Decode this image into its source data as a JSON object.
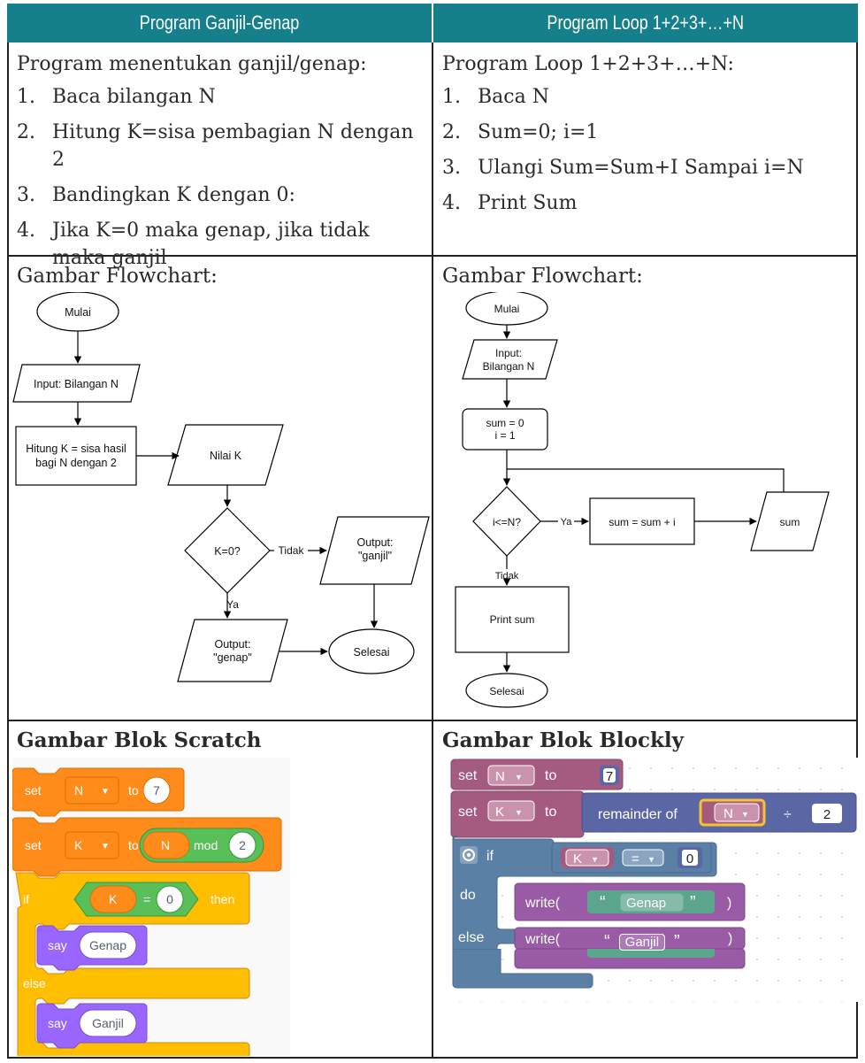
{
  "headers": {
    "left": "Program Ganjil-Genap",
    "right": "Program Loop 1+2+3+…+N"
  },
  "left_program": {
    "intro": "Program menentukan ganjil/genap:",
    "steps": [
      {
        "n": "1.",
        "text": "Baca bilangan N"
      },
      {
        "n": "2.",
        "text": "Hitung K=sisa pembagian N dengan 2"
      },
      {
        "n": "3.",
        "text": "Bandingkan K dengan 0:"
      },
      {
        "n": "4.",
        "text": "Jika K=0 maka genap, jika tidak maka ganjil"
      }
    ]
  },
  "right_program": {
    "intro": "Program Loop 1+2+3+…+N:",
    "steps": [
      {
        "n": "1.",
        "text": "Baca N"
      },
      {
        "n": "2.",
        "text": "Sum=0; i=1"
      },
      {
        "n": "3.",
        "text": "Ulangi Sum=Sum+I Sampai i=N"
      },
      {
        "n": "4.",
        "text": "Print Sum"
      }
    ]
  },
  "flowchart_label": "Gambar Flowchart:",
  "flow_left": {
    "start": "Mulai",
    "input": "Input: Bilangan N",
    "process_1": "Hitung K = sisa hasil",
    "process_2": "bagi N dengan 2",
    "value": "Nilai K",
    "decision": "K=0?",
    "no": "Tidak",
    "yes": "Ya",
    "out_odd_1": "Output:",
    "out_odd_2": "\"ganjil\"",
    "out_even_1": "Output:",
    "out_even_2": "\"genap\"",
    "end": "Selesai"
  },
  "flow_right": {
    "start": "Mulai",
    "input_1": "Input:",
    "input_2": "Bilangan N",
    "init_1": "sum = 0",
    "init_2": "i = 1",
    "decision": "i<=N?",
    "yes": "Ya",
    "no": "Tidak",
    "process": "sum = sum + i",
    "output": "sum",
    "print": "Print sum",
    "end": "Selesai"
  },
  "scratch_label": "Gambar Blok Scratch",
  "blockly_label": "Gambar Blok Blockly",
  "scratch": {
    "set": "set",
    "var_n": "N",
    "to": "to",
    "val_7": "7",
    "var_k": "K",
    "n_reporter": "N",
    "mod": "mod",
    "val_2": "2",
    "if": "if",
    "k_reporter": "K",
    "eq": "=",
    "val_0": "0",
    "then": "then",
    "say": "say",
    "genap": "Genap",
    "else": "else",
    "ganjil": "Ganjil",
    "colors": {
      "orange": "#ff8c1a",
      "yellow": "#ffbf00",
      "green": "#59c059",
      "purple": "#9966ff",
      "orange_dark": "#db6e00"
    }
  },
  "blockly": {
    "set": "set",
    "var_n": "N",
    "to": "to",
    "val_7": "7",
    "var_k": "K",
    "remainder": "remainder of",
    "n_var": "N",
    "div": "÷",
    "val_2": "2",
    "if": "if",
    "k_var": "K",
    "eq": "=",
    "val_0": "0",
    "do": "do",
    "write": "write(",
    "open_q": "“",
    "close_q": "”",
    "genap": "Genap",
    "close_paren": ")",
    "else": "else",
    "ganjil": "Ganjil",
    "colors": {
      "variable": "#a55b80",
      "math": "#5b67a5",
      "logic": "#5b80a5",
      "text": "#5ba58c",
      "function": "#995ba5"
    }
  }
}
